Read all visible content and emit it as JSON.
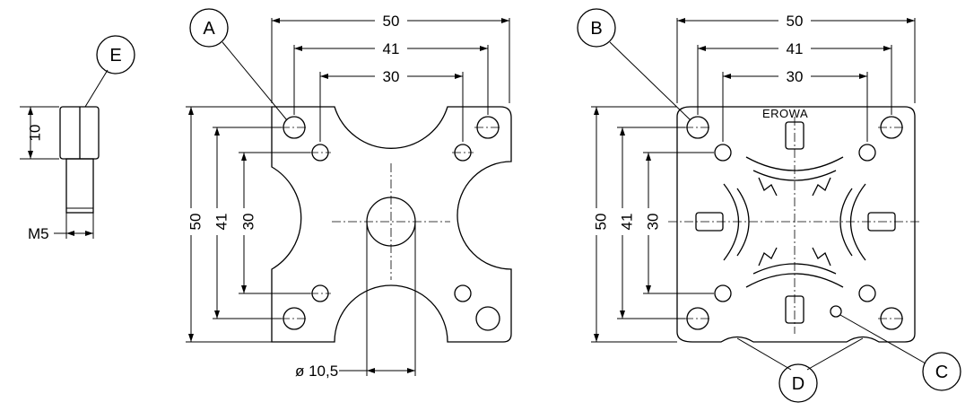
{
  "callouts": {
    "A": "A",
    "B": "B",
    "C": "C",
    "D": "D",
    "E": "E"
  },
  "plate_a": {
    "dim_width_outer": "50",
    "dim_width_mid": "41",
    "dim_width_inner": "30",
    "dim_height_outer": "50",
    "dim_height_mid": "41",
    "dim_height_inner": "30",
    "dim_bore": "ø 10,5"
  },
  "plate_b": {
    "dim_width_outer": "50",
    "dim_width_mid": "41",
    "dim_width_inner": "30",
    "dim_height_outer": "50",
    "dim_height_mid": "41",
    "dim_height_inner": "30",
    "logo": "EROWA"
  },
  "screw_e": {
    "dim_height": "10",
    "dim_thread": "M5"
  }
}
